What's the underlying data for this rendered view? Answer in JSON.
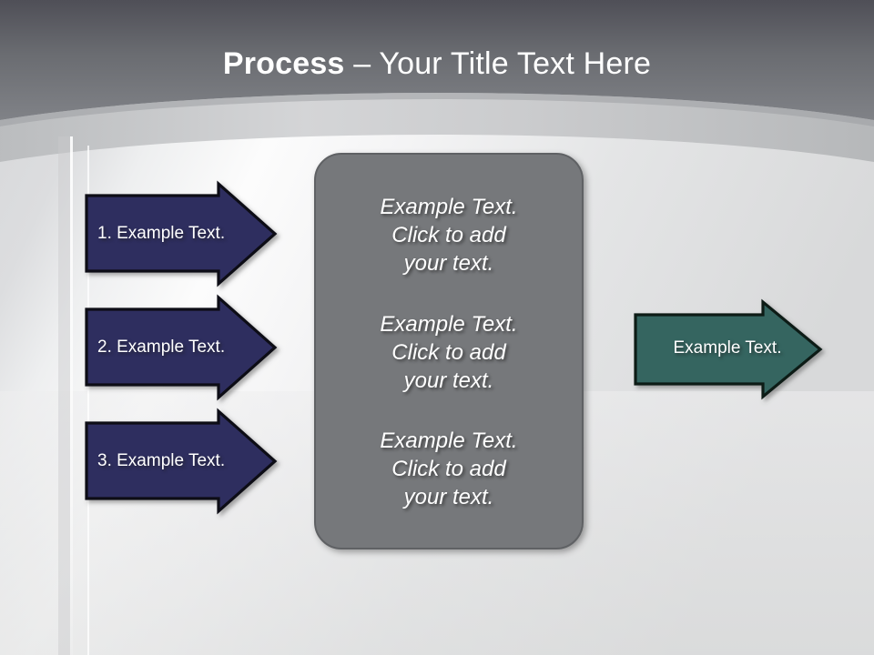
{
  "slide": {
    "title_bold": "Process",
    "title_rest": " – Your Title Text Here"
  },
  "colors": {
    "header_gradient_top": "#55555c",
    "header_gradient_bottom": "#7d7f84",
    "body_light": "#fbfbfb",
    "body_gray": "#d9d9d9",
    "input_arrow_fill": "#2e2d5e",
    "input_arrow_stroke": "#0d0d14",
    "output_arrow_fill": "#346561",
    "output_arrow_stroke": "#0d1a19",
    "center_box_fill": "#76787b",
    "center_box_stroke": "#5f6164",
    "text_white": "#ffffff"
  },
  "input_arrows": [
    {
      "label": "1. Example Text."
    },
    {
      "label": "2. Example Text."
    },
    {
      "label": "3. Example Text."
    }
  ],
  "center_box": {
    "blocks": [
      {
        "line1": "Example Text.",
        "line2": "Click  to add",
        "line3": "your text."
      },
      {
        "line1": "Example Text.",
        "line2": "Click  to add",
        "line3": "your text."
      },
      {
        "line1": "Example Text.",
        "line2": "Click  to add",
        "line3": "your text."
      }
    ]
  },
  "output_arrow": {
    "label": "Example Text."
  }
}
